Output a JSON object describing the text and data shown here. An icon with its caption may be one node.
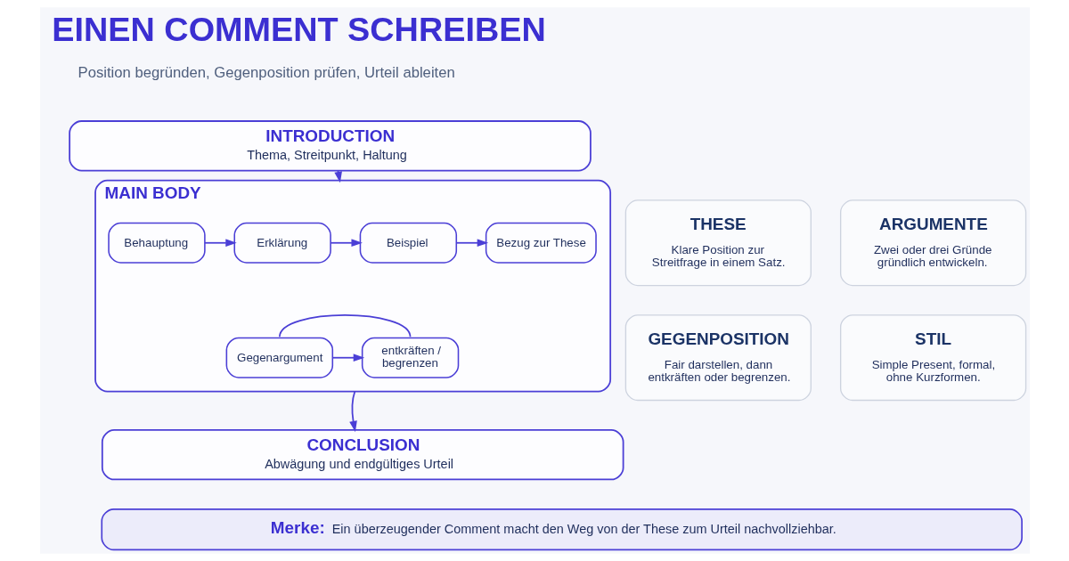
{
  "diagram": {
    "title": "EINEN COMMENT SCHREIBEN",
    "nodes": [
      {
        "text": [
          "INTRODUCTION",
          "Thema, Streitpunkt, Haltung"
        ]
      },
      {
        "text": [
          "MAIN BODY"
        ]
      },
      {
        "text": [
          "Behauptung"
        ],
        "in": 1
      },
      {
        "text": [
          "Erklärung"
        ],
        "in": 1
      },
      {
        "text": [
          "Beispiel"
        ],
        "in": 1
      },
      {
        "text": [
          "Bezug zur These"
        ],
        "in": 1
      },
      {
        "text": [
          "Gegenargument"
        ],
        "in": 1
      },
      {
        "text": [
          "entkräften / begrenzen"
        ],
        "in": 1
      },
      {
        "text": [
          "CONCLUSION",
          "Abwägung und endgültiges Urteil"
        ]
      },
      {
        "text": [
          "THESE",
          "Klare Position zur Streitfrage in einem Satz."
        ]
      },
      {
        "text": [
          "ARGUMENTE",
          "Zwei oder drei Gründe gründlich entwickeln."
        ]
      },
      {
        "text": [
          "GEGENPOSITION",
          "Fair darstellen, dann entkräften oder begrenzen."
        ]
      },
      {
        "text": [
          "STIL",
          "Simple Present, formal, ohne Kurzformen."
        ]
      },
      {
        "text": [
          "Merke:",
          "Ein überzeugender Comment macht den Weg von der These zum Urteil nachvollziehbar."
        ]
      }
    ],
    "edges": [
      {
        "from": 0,
        "to": 1,
        "arrow": "to"
      },
      {
        "from": 2,
        "to": 3,
        "arrow": "to"
      },
      {
        "from": 3,
        "to": 4,
        "arrow": "to"
      },
      {
        "from": 4,
        "to": 5,
        "arrow": "to"
      },
      {
        "from": 6,
        "to": 7,
        "arrow": "to"
      },
      {
        "from": 6,
        "to": 7,
        "arrow": "none"
      },
      {
        "from": 1,
        "to": 8,
        "arrow": "to"
      }
    ],
    "labels": [
      "Position begründen, Gegenposition prüfen, Urteil ableiten"
    ]
  }
}
